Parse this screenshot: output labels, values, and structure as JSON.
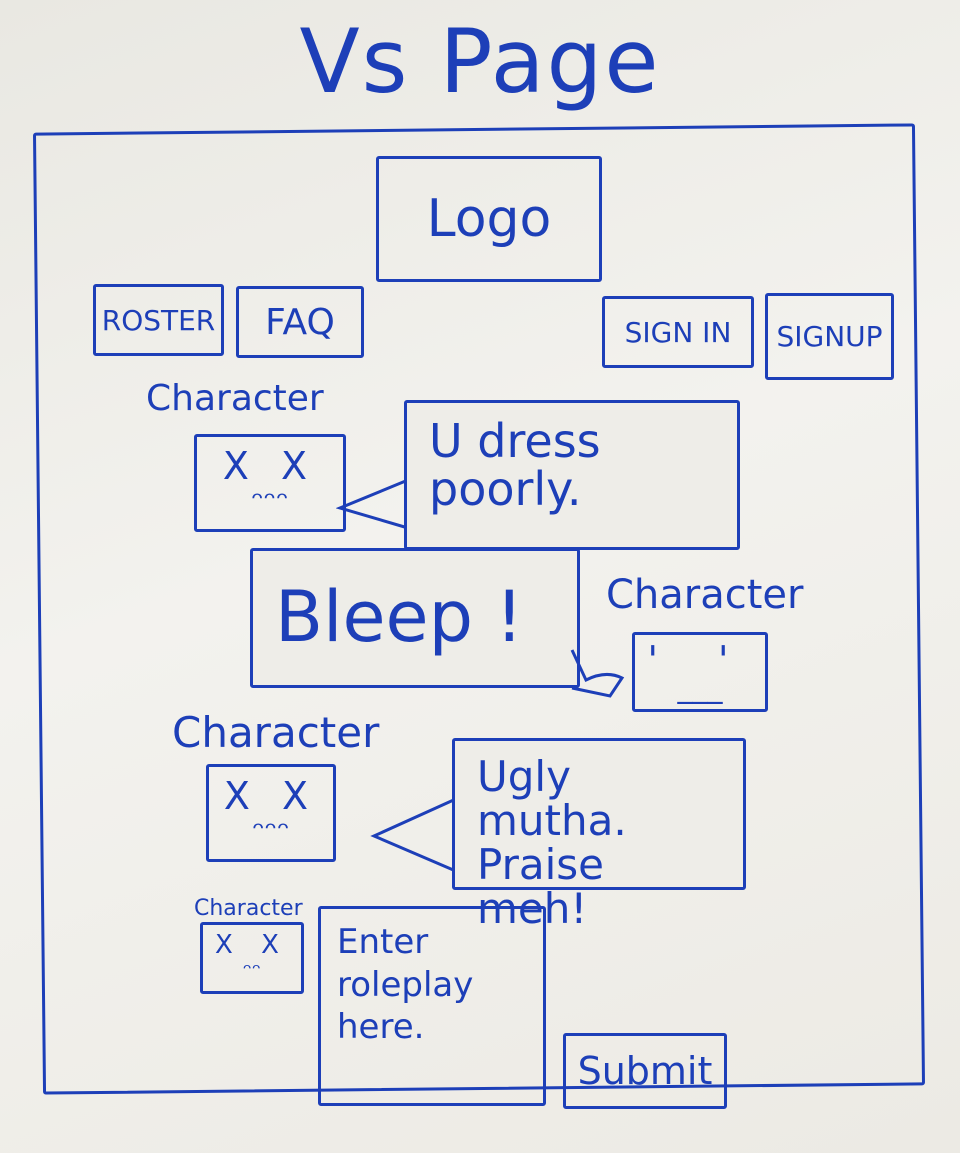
{
  "page_title": "Vs Page",
  "header": {
    "logo": "Logo",
    "nav_left": [
      "ROSTER",
      "FAQ"
    ],
    "nav_right": [
      "SIGN IN",
      "SIGNUP"
    ]
  },
  "thread": [
    {
      "character_label": "Character",
      "eyes": "X X",
      "mouth": "ᵔᵔᵔ",
      "message_lines": [
        "U dress",
        "poorly."
      ]
    },
    {
      "character_label": "Character",
      "eyes": "' '",
      "mouth": "___",
      "message_lines": [
        "Bleep !"
      ]
    },
    {
      "character_label": "Character",
      "eyes": "X X",
      "mouth": "ᵔᵔᵔ",
      "message_lines": [
        "Ugly mutha.",
        "Praise meh!"
      ]
    }
  ],
  "composer": {
    "character_label": "Character",
    "eyes": "X X",
    "mouth": "ᵔᵔ",
    "placeholder": "Enter roleplay here.",
    "submit_label": "Submit"
  },
  "colors": {
    "ink": "#1d3fb8",
    "board": "#eeede8"
  }
}
